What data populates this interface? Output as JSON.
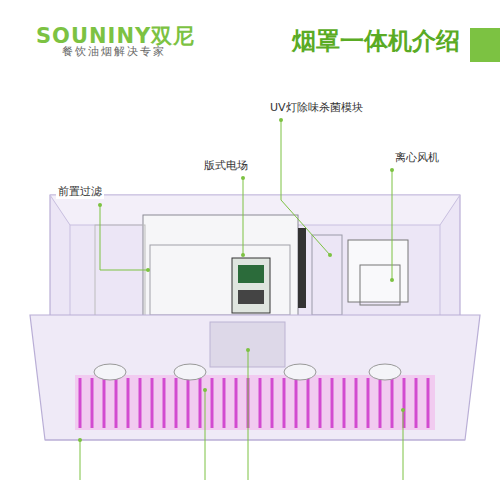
{
  "diagram": {
    "title": "烟罩一体机介绍",
    "labels": [
      "SOUNINY双尼",
      "餐饮油烟解决专家",
      "UV灯除味杀菌模块",
      "版式电场",
      "离心风机",
      "前置过滤"
    ]
  }
}
